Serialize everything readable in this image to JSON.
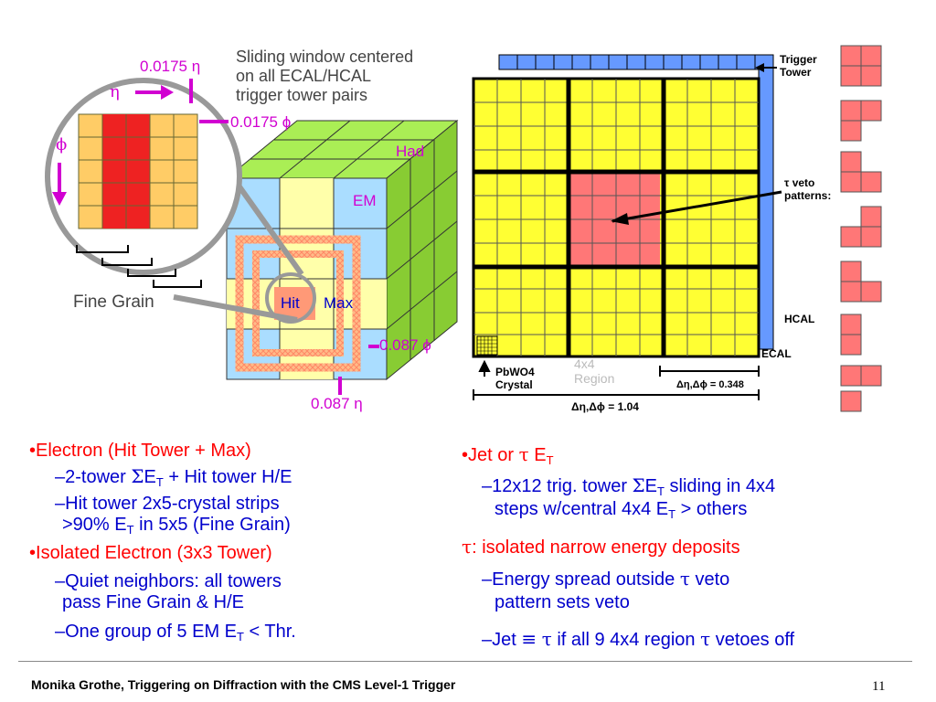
{
  "left_diagram": {
    "eta_dim": "0.0175 η",
    "eta": "η",
    "phi_dim": "0.0175  ϕ",
    "phi": "ϕ",
    "caption1": "Sliding window centered",
    "caption2": "on all ECAL/HCAL",
    "caption3": "trigger tower pairs",
    "had": "Had",
    "em": "EM",
    "hit": "Hit",
    "max": "Max",
    "fine_grain": "Fine Grain",
    "tower_phi": "0.087 ϕ",
    "tower_eta": "0.087 η"
  },
  "right_diagram": {
    "trigger_tower_1": "Trigger",
    "trigger_tower_2": "Tower",
    "veto_1": "τ veto",
    "veto_2": "patterns:",
    "hcal": "HCAL",
    "ecal": "ECAL",
    "crystal_1": "PbWO4",
    "crystal_2": "Crystal",
    "region_1": "4x4",
    "region_2": "Region",
    "region_size": "Δη,Δϕ = 0.348",
    "total_size": "Δη,Δϕ = 1.04"
  },
  "left_text": {
    "b1": "Electron (Hit Tower + Max)",
    "b1a_pre": "–2-tower ",
    "b1a_sigma": "Σ",
    "b1a_e": "E",
    "b1a_t": "T",
    "b1a_post": " +  Hit tower H/E",
    "b1b_l1": "–Hit  tower 2x5-crystal strips",
    "b1b_l2_pre": ">90% E",
    "b1b_l2_t": "T",
    "b1b_l2_post": " in 5x5 (Fine Grain)",
    "b2": "Isolated Electron (3x3 Tower)",
    "b2a_l1": "–Quiet neighbors: all towers",
    "b2a_l2": "pass Fine Grain & H/E",
    "b2b_pre": "–One group of 5 EM E",
    "b2b_t": "T",
    "b2b_post": " < Thr."
  },
  "right_text": {
    "b1_pre": "Jet or ",
    "b1_tau": "τ",
    "b1_e": " E",
    "b1_t": "T",
    "b1a_l1_pre": "–12x12 trig. tower ",
    "b1a_sigma": "Σ",
    "b1a_e": "E",
    "b1a_t": "T",
    "b1a_l1_post": " sliding in 4x4",
    "b1a_l2_pre": "steps w/central 4x4 E",
    "b1a_l2_t": "T",
    "b1a_l2_post": " > others",
    "b2_tau": "τ",
    "b2_post": ": isolated narrow energy deposits",
    "b2a_l1_pre": "–Energy spread outside ",
    "b2a_tau": "τ",
    "b2a_l1_post": " veto",
    "b2a_l2": "pattern sets veto",
    "b2b_pre": "–Jet ",
    "b2b_eq": "≡",
    "b2b_tau": "τ",
    "b2b_mid": " if all 9 4x4 region ",
    "b2b_tau2": "τ",
    "b2b_post": " vetoes off"
  },
  "footer": {
    "author": "Monika Grothe, Triggering on Diffraction with the CMS Level-1 Trigger",
    "page": "11"
  },
  "colors": {
    "text_blue": "#0000cc",
    "text_red": "#ff0000",
    "magenta": "#d100d1",
    "grid_yellow": "#ffff33",
    "tower_blue": "#6699ff",
    "tower_pink": "#ff7777"
  }
}
